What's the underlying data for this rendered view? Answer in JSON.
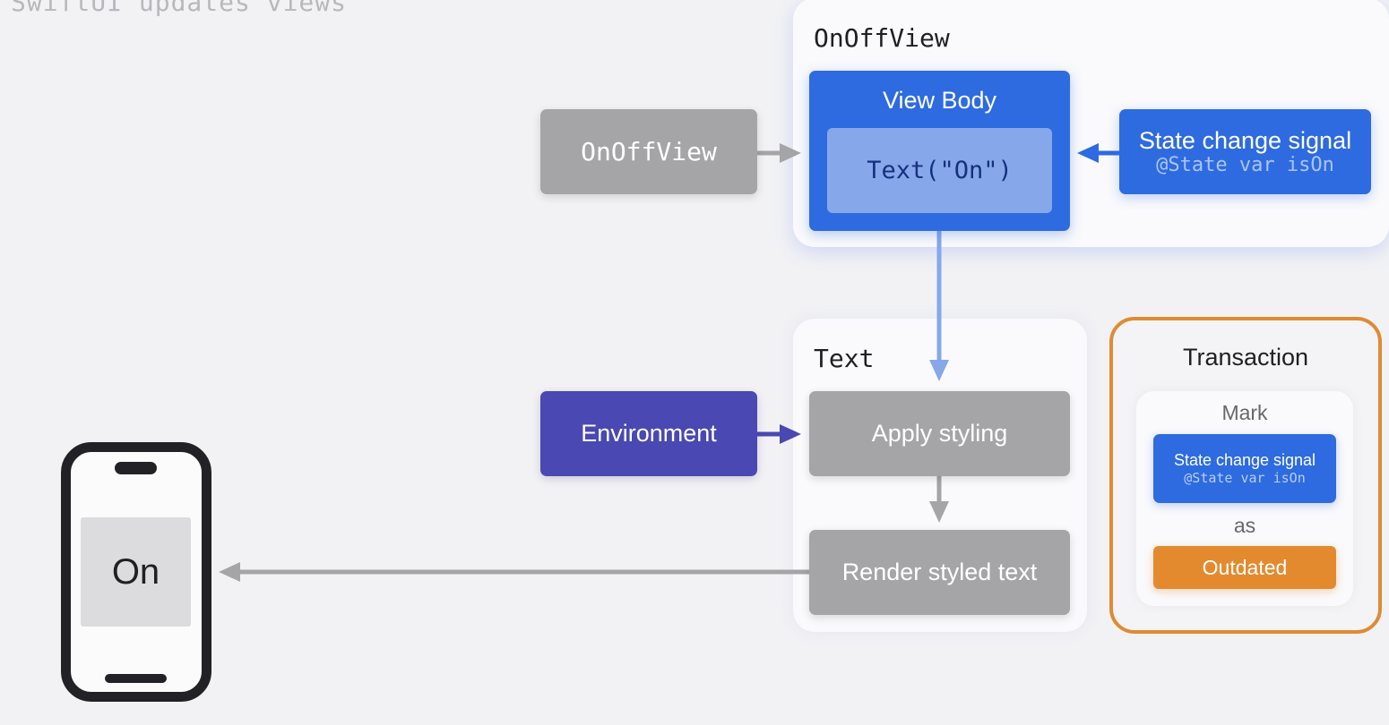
{
  "title": "SwiftUI updates views",
  "groups": {
    "onoffview": "OnOffView",
    "text": "Text"
  },
  "nodes": {
    "onoffview": "OnOffView",
    "view_body": "View Body",
    "text_call": "Text(\"On\")",
    "state_signal_title": "State change signal",
    "state_signal_sub": "@State var isOn",
    "environment": "Environment",
    "apply_styling": "Apply styling",
    "render_styled_text": "Render styled text"
  },
  "transaction": {
    "title": "Transaction",
    "mark_label": "Mark",
    "signal_title": "State change signal",
    "signal_sub": "@State var isOn",
    "as_label": "as",
    "status": "Outdated"
  },
  "phone": {
    "screen_text": "On"
  },
  "colors": {
    "background": "#f2f2f5",
    "gray_node": "#a5a5a8",
    "blue_node": "#2e6be0",
    "light_blue_inner": "#86a8ea",
    "environment": "#4a48b2",
    "transaction_border": "#df8b34",
    "outdated": "#e38a2f"
  }
}
